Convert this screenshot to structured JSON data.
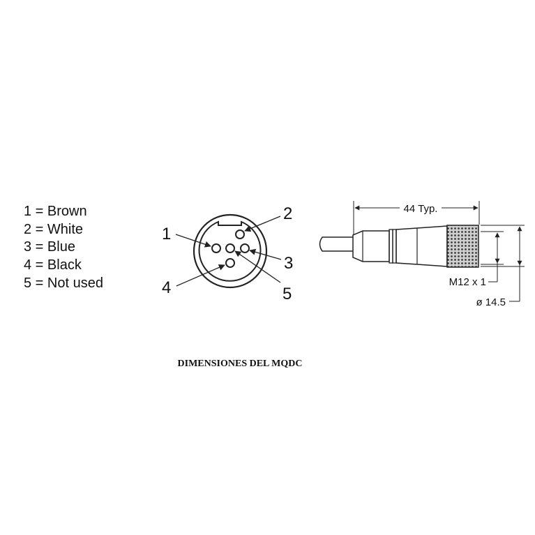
{
  "legend": [
    {
      "text": "1 = Brown"
    },
    {
      "text": "2 = White"
    },
    {
      "text": "3 = Blue"
    },
    {
      "text": "4 = Black"
    },
    {
      "text": "5 = Not used"
    }
  ],
  "pins": [
    {
      "label": "1"
    },
    {
      "label": "2"
    },
    {
      "label": "3"
    },
    {
      "label": "4"
    },
    {
      "label": "5"
    }
  ],
  "dimensions": {
    "length": "44 Typ.",
    "thread": "M12 x 1",
    "diameter": "ø 14.5"
  },
  "caption": "DIMENSIONES DEL MQDC",
  "colors": {
    "line": "#222222",
    "text": "#111111"
  }
}
